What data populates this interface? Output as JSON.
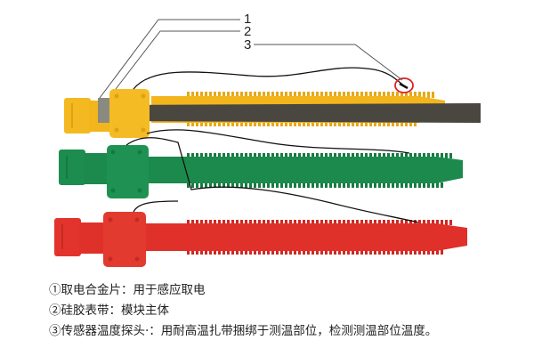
{
  "figure": {
    "callouts": [
      {
        "number": "1"
      },
      {
        "number": "2"
      },
      {
        "number": "3"
      }
    ],
    "straps": [
      {
        "color_name": "yellow",
        "color": "#f2b51c",
        "has_alloy_strip": true
      },
      {
        "color_name": "green",
        "color": "#1c8a4c",
        "has_alloy_strip": false
      },
      {
        "color_name": "red",
        "color": "#e0302a",
        "has_alloy_strip": false
      }
    ],
    "probe_marker_color": "#e02020"
  },
  "captions": [
    {
      "text": "①取电合金片：用于感应取电"
    },
    {
      "text": "②硅胶表带：模块主体"
    },
    {
      "text": "③传感器温度探头·：用耐高温扎带捆绑于测温部位，检测测温部位温度。"
    }
  ]
}
